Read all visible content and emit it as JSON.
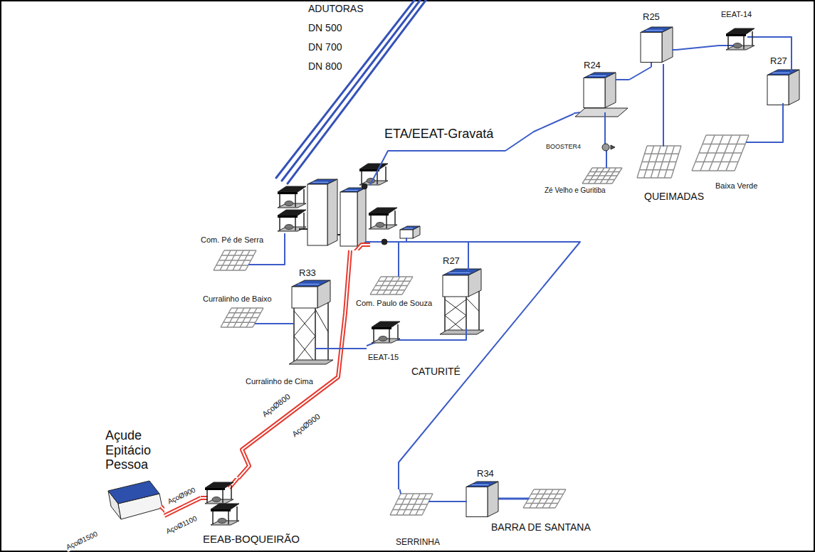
{
  "diagram": {
    "nodes": [
      {
        "text": [
          "ETA/EEAT-Gravatá"
        ]
      },
      {
        "text": [
          "R25"
        ]
      },
      {
        "text": [
          "EEAT-14"
        ]
      },
      {
        "text": [
          "R27"
        ]
      },
      {
        "text": [
          "R24"
        ]
      },
      {
        "text": [
          "BOOSTER4"
        ]
      },
      {
        "text": [
          "Zé Velho e Guritiba"
        ]
      },
      {
        "text": [
          "Baixa Verde"
        ]
      },
      {
        "text": [
          "Com. Pé de Serra"
        ]
      },
      {
        "text": [
          "R33"
        ]
      },
      {
        "text": [
          "R27"
        ]
      },
      {
        "text": [
          "Com. Paulo de Souza"
        ]
      },
      {
        "text": [
          "Curralinho de Baixo"
        ]
      },
      {
        "text": [
          "EEAT-15"
        ]
      },
      {
        "text": [
          "Açude Epitácio Pessoa"
        ]
      },
      {
        "text": [
          "EEAB-BOQUEIRÃO"
        ]
      },
      {
        "text": [
          "R34"
        ]
      },
      {
        "text": [
          "SERRINHA"
        ]
      }
    ],
    "edges": [
      {
        "from": 15,
        "to": 0,
        "arrow": "none"
      },
      {
        "from": 14,
        "to": 15,
        "arrow": "none"
      },
      {
        "from": 0,
        "to": 4,
        "arrow": "none"
      },
      {
        "from": 4,
        "to": 5,
        "arrow": "none"
      },
      {
        "from": 5,
        "to": 6,
        "arrow": "none"
      },
      {
        "from": 4,
        "to": 1,
        "arrow": "none"
      },
      {
        "from": 1,
        "to": 2,
        "arrow": "none"
      },
      {
        "from": 2,
        "to": 3,
        "arrow": "none"
      },
      {
        "from": 3,
        "to": 7,
        "arrow": "none"
      },
      {
        "from": 0,
        "to": 8,
        "arrow": "none"
      },
      {
        "from": 0,
        "to": 11,
        "arrow": "none"
      },
      {
        "from": 0,
        "to": 10,
        "arrow": "none"
      },
      {
        "from": 9,
        "to": 12,
        "arrow": "none"
      },
      {
        "from": 9,
        "to": 13,
        "arrow": "none"
      },
      {
        "from": 13,
        "to": 10,
        "arrow": "none"
      },
      {
        "from": 0,
        "to": 17,
        "arrow": "none"
      },
      {
        "from": 17,
        "to": 16,
        "arrow": "none"
      }
    ],
    "labels": [
      "ADUTORAS",
      "DN 500",
      "DN 700",
      "DN 800",
      "QUEIMADAS",
      "CATURITÉ",
      "Curralinho de Cima",
      "BARRA DE SANTANA",
      "AçoØ800",
      "AçoØ900",
      "AçoØ1500",
      "AçoØ900",
      "AçoØ1100"
    ]
  }
}
